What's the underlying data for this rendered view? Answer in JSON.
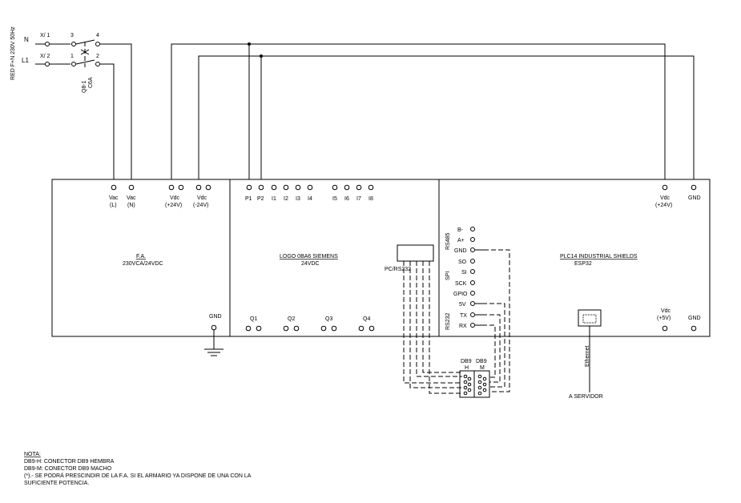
{
  "supply": {
    "label": "RED F+N 230V 50Hz",
    "n": "N",
    "l1": "L1",
    "x1": "X/ 1",
    "x2": "X/ 2",
    "p3": "3",
    "p4": "4",
    "p1": "1",
    "p2": "2",
    "breaker": "Q8-1",
    "breaker_rating": "C6A"
  },
  "fa": {
    "title": "F.A.",
    "subtitle": "230VCA/24VDC",
    "vac_l": "Vac",
    "vac_l2": "(L)",
    "vac_n": "Vac",
    "vac_n2": "(N)",
    "vdc_p": "Vdc",
    "vdc_p2": "(+24V)",
    "vdc_n": "Vdc",
    "vdc_n2": "(-24V)",
    "gnd": "GND"
  },
  "logo": {
    "title": "LOGO 0BA6 SIEMENS",
    "subtitle": "24VDC",
    "inputs": [
      "P1",
      "P2",
      "I1",
      "I2",
      "I3",
      "I4",
      "I5",
      "I6",
      "I7",
      "I8"
    ],
    "outputs": [
      "Q1",
      "Q2",
      "Q3",
      "Q4"
    ],
    "pc": "PC/RS232"
  },
  "plc": {
    "title": "PLC14 INDUSTRIAL SHIELDS",
    "subtitle": "ESP32",
    "vdc_top": "Vdc",
    "vdc_top2": "(+24V)",
    "gnd_top": "GND",
    "vdc_bot": "Vdc",
    "vdc_bot2": "(+5V)",
    "gnd_bot": "GND",
    "rs485": "RS485",
    "spi": "SPI",
    "rs232": "RS232",
    "pins": [
      "B-",
      "A+",
      "GND",
      "SO",
      "SI",
      "SCK",
      "GPIO",
      "5V",
      "TX",
      "RX"
    ],
    "ethernet": "Ethernet",
    "servidor": "A SERVIDOR"
  },
  "db9": {
    "label1": "DB9",
    "label2": "DB9",
    "h": "H",
    "m": "M"
  },
  "notes": {
    "title": "NOTA:",
    "lines": [
      "DB9-H:  CONECTOR DB9 HEMBRA",
      "DB9-M:  CONECTOR DB9 MACHO",
      "(*).- SE PODRÁ PRESCINDIR DE LA F.A. SI EL ARMARIO YA DISPONE DE UNA CON LA",
      "SUFICIENTE POTENCIA."
    ]
  }
}
